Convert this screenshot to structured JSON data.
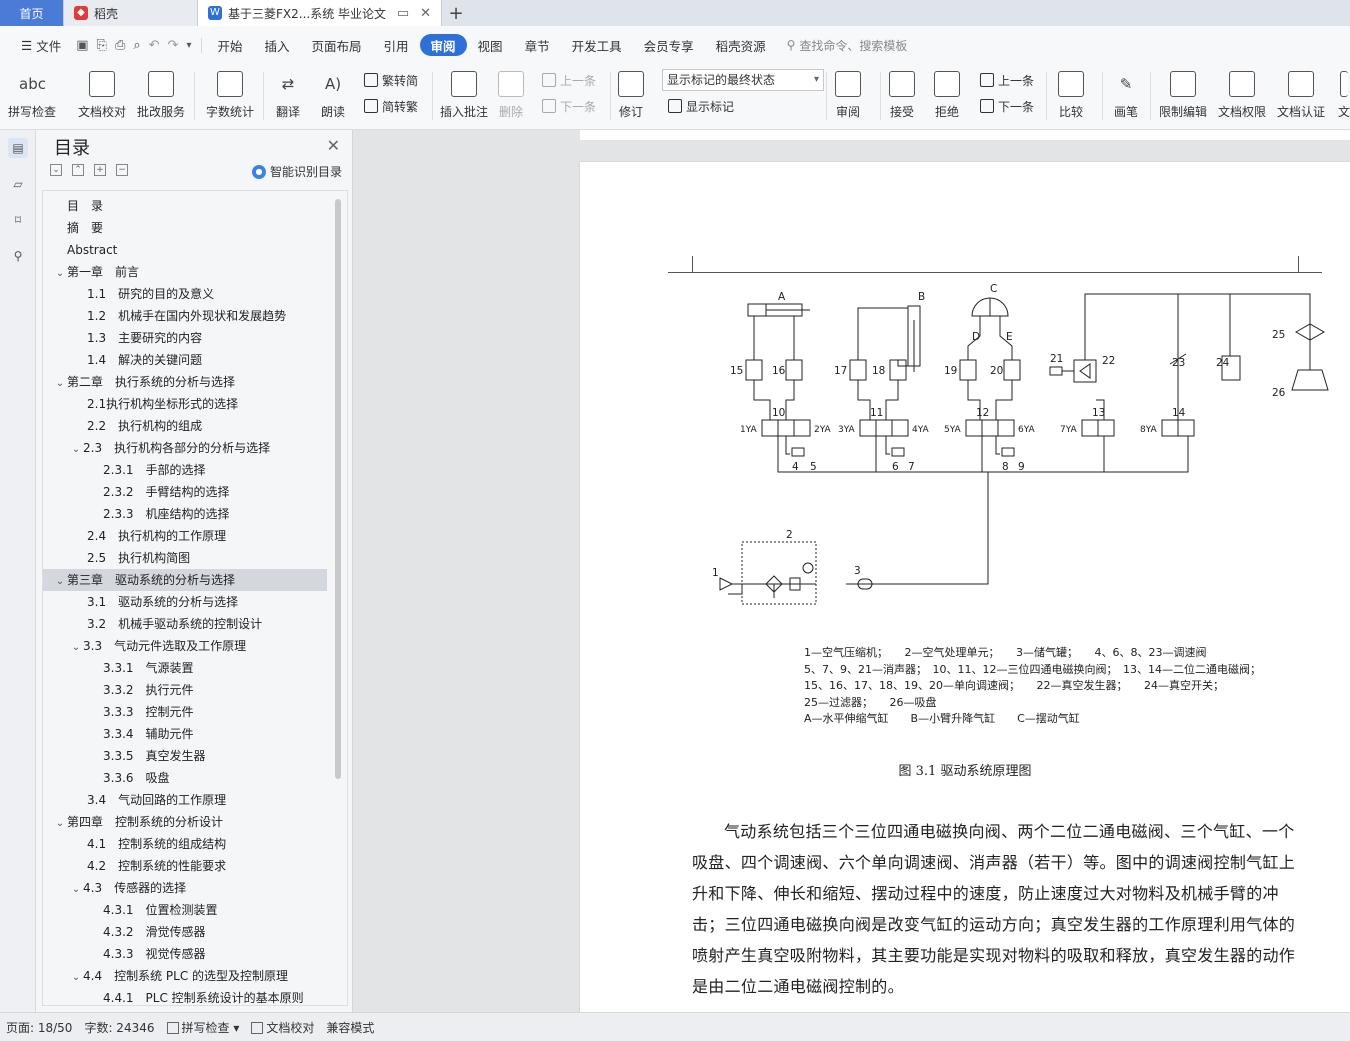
{
  "tabs": {
    "home": "首页",
    "daoke": "稻壳",
    "doc": "基于三菱FX2...系统 毕业论文",
    "new_tab": "+"
  },
  "menu": {
    "file": "文件",
    "items": [
      "开始",
      "插入",
      "页面布局",
      "引用",
      "审阅",
      "视图",
      "章节",
      "开发工具",
      "会员专享",
      "稻壳资源"
    ],
    "active": "审阅",
    "search_placeholder": "查找命令、搜索模板"
  },
  "ribbon": {
    "spell": "拼写检查",
    "doc_check": "文档校对",
    "correction": "批改服务",
    "word_count": "字数统计",
    "translate": "翻译",
    "read_aloud": "朗读",
    "trad": "繁转简",
    "simp": "简转繁",
    "insert_comment": "插入批注",
    "delete": "删除",
    "prev_comment": "上一条",
    "next_comment": "下一条",
    "track": "修订",
    "markup_select": "显示标记的最终状态",
    "show_markup": "显示标记",
    "review": "审阅",
    "accept": "接受",
    "reject": "拒绝",
    "prev_change": "上一条",
    "next_change": "下一条",
    "compare": "比较",
    "pen": "画笔",
    "restrict": "限制编辑",
    "permission": "文档权限",
    "certify": "文档认证",
    "more": "文"
  },
  "toc": {
    "title": "目录",
    "ai_label": "智能识别目录",
    "items": [
      {
        "text": "目　录",
        "level": 0,
        "caret": ""
      },
      {
        "text": "摘　要",
        "level": 0,
        "caret": ""
      },
      {
        "text": "Abstract",
        "level": 0,
        "caret": ""
      },
      {
        "text": "第一章　前言",
        "level": 0,
        "caret": "v"
      },
      {
        "text": "1.1　研究的目的及意义",
        "level": 1,
        "caret": ""
      },
      {
        "text": "1.2　机械手在国内外现状和发展趋势",
        "level": 1,
        "caret": ""
      },
      {
        "text": "1.3　主要研究的内容",
        "level": 1,
        "caret": ""
      },
      {
        "text": "1.4　解决的关键问题",
        "level": 1,
        "caret": ""
      },
      {
        "text": "第二章　执行系统的分析与选择",
        "level": 0,
        "caret": "v"
      },
      {
        "text": "2.1执行机构坐标形式的选择",
        "level": 1,
        "caret": ""
      },
      {
        "text": "2.2　执行机构的组成",
        "level": 1,
        "caret": ""
      },
      {
        "text": "2.3　执行机构各部分的分析与选择",
        "level": 1,
        "caret": "v"
      },
      {
        "text": "2.3.1　手部的选择",
        "level": 2,
        "caret": ""
      },
      {
        "text": "2.3.2　手臂结构的选择",
        "level": 2,
        "caret": ""
      },
      {
        "text": "2.3.3　机座结构的选择",
        "level": 2,
        "caret": ""
      },
      {
        "text": "2.4　执行机构的工作原理",
        "level": 1,
        "caret": ""
      },
      {
        "text": "2.5　执行机构简图",
        "level": 1,
        "caret": ""
      },
      {
        "text": "第三章　驱动系统的分析与选择",
        "level": 0,
        "caret": "v",
        "selected": true
      },
      {
        "text": "3.1　驱动系统的分析与选择",
        "level": 1,
        "caret": ""
      },
      {
        "text": "3.2　机械手驱动系统的控制设计",
        "level": 1,
        "caret": ""
      },
      {
        "text": "3.3　气动元件选取及工作原理",
        "level": 1,
        "caret": "v"
      },
      {
        "text": "3.3.1　气源装置",
        "level": 2,
        "caret": ""
      },
      {
        "text": "3.3.2　执行元件",
        "level": 2,
        "caret": ""
      },
      {
        "text": "3.3.3　控制元件",
        "level": 2,
        "caret": ""
      },
      {
        "text": "3.3.4　辅助元件",
        "level": 2,
        "caret": ""
      },
      {
        "text": "3.3.5　真空发生器",
        "level": 2,
        "caret": ""
      },
      {
        "text": "3.3.6　吸盘",
        "level": 2,
        "caret": ""
      },
      {
        "text": "3.4　气动回路的工作原理",
        "level": 1,
        "caret": ""
      },
      {
        "text": "第四章　控制系统的分析设计",
        "level": 0,
        "caret": "v"
      },
      {
        "text": "4.1　控制系统的组成结构",
        "level": 1,
        "caret": ""
      },
      {
        "text": "4.2　控制系统的性能要求",
        "level": 1,
        "caret": ""
      },
      {
        "text": "4.3　传感器的选择",
        "level": 1,
        "caret": "v"
      },
      {
        "text": "4.3.1　位置检测装置",
        "level": 2,
        "caret": ""
      },
      {
        "text": "4.3.2　滑觉传感器",
        "level": 2,
        "caret": ""
      },
      {
        "text": "4.3.3　视觉传感器",
        "level": 2,
        "caret": ""
      },
      {
        "text": "4.4　控制系统 PLC 的选型及控制原理",
        "level": 1,
        "caret": "v"
      },
      {
        "text": "4.4.1　PLC 控制系统设计的基本原则",
        "level": 2,
        "caret": ""
      }
    ]
  },
  "diagram": {
    "labels": [
      "A",
      "B",
      "C",
      "D",
      "E",
      "1",
      "2",
      "3",
      "4",
      "5",
      "6",
      "7",
      "8",
      "9",
      "10",
      "11",
      "12",
      "13",
      "14",
      "15",
      "16",
      "17",
      "18",
      "19",
      "20",
      "21",
      "22",
      "23",
      "24",
      "25",
      "26",
      "1YA",
      "2YA",
      "3YA",
      "4YA",
      "5YA",
      "6YA",
      "7YA",
      "8YA"
    ],
    "legend": [
      "1—空气压缩机；　　2—空气处理单元；　　3—储气罐；　　4、6、8、23—调速阀",
      "5、7、9、21—消声器；　10、11、12—三位四通电磁换向阀；　13、14—二位二通电磁阀；",
      "15、16、17、18、19、20—单向调速阀；　　22—真空发生器；　　24—真空开关；",
      "25—过滤器；　　26—吸盘",
      "A—水平伸缩气缸　　B—小臂升降气缸　　C—摆动气缸"
    ],
    "caption": "图 3.1  驱动系统原理图"
  },
  "body_text": "气动系统包括三个三位四通电磁换向阀、两个二位二通电磁阀、三个气缸、一个吸盘、四个调速阀、六个单向调速阀、消声器（若干）等。图中的调速阀控制气缸上升和下降、伸长和缩短、摆动过程中的速度，防止速度过大对物料及机械手臂的冲击；三位四通电磁换向阀是改变气缸的运动方向；真空发生器的工作原理利用气体的喷射产生真空吸附物料，其主要功能是实现对物料的吸取和释放，真空发生器的动作是由二位二通电磁阀控制的。",
  "status": {
    "page": "页面: 18/50",
    "words": "字数: 24346",
    "spell": "拼写检查",
    "doc_check": "文档校对",
    "compat": "兼容模式"
  },
  "colors": {
    "accent": "#2e6fd8",
    "home_tab": "#4a7bd6",
    "selected_row": "#d4d8de"
  }
}
